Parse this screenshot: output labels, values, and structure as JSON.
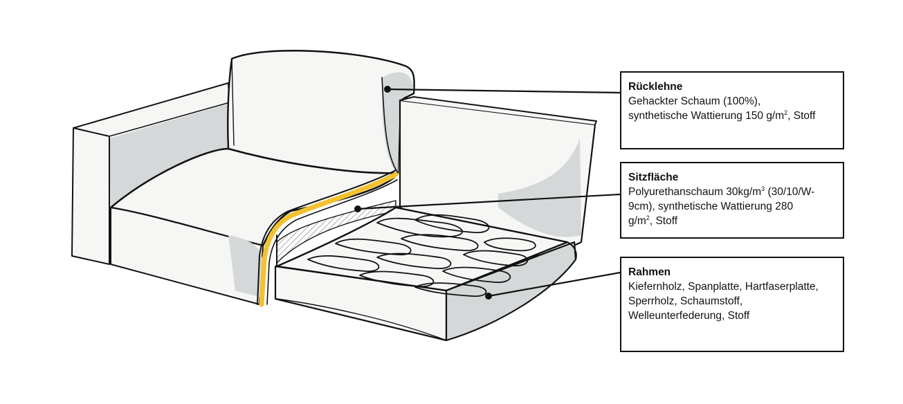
{
  "colors": {
    "outline": "#111111",
    "shade": "#d4d8d9",
    "cushion": "#f6f6f5",
    "foam_stripe": "#f2c230",
    "hatch": "#8a8d8e"
  },
  "callouts": {
    "backrest": {
      "title": "Rücklehne",
      "line1": "Gehackter Schaum (100%),",
      "line2_pre": "synthetische Wattierung 150 g/m",
      "line2_sup": "2",
      "line2_post": ", Stoff"
    },
    "seat": {
      "title": "Sitzfläche",
      "line1_pre": "Polyurethanschaum 30kg/m",
      "line1_sup": "3",
      "line1_post": " (30/10/W-",
      "line2": "9cm), synthetische Wattierung 280",
      "line3_pre": "g/m",
      "line3_sup": "2",
      "line3_post": ", Stoff"
    },
    "frame": {
      "title": "Rahmen",
      "line1": "Kiefernholz, Spanplatte, Hartfaserplatte,",
      "line2": "Sperrholz, Schaumstoff,",
      "line3": "Welleunterfederung, Stoff"
    }
  }
}
